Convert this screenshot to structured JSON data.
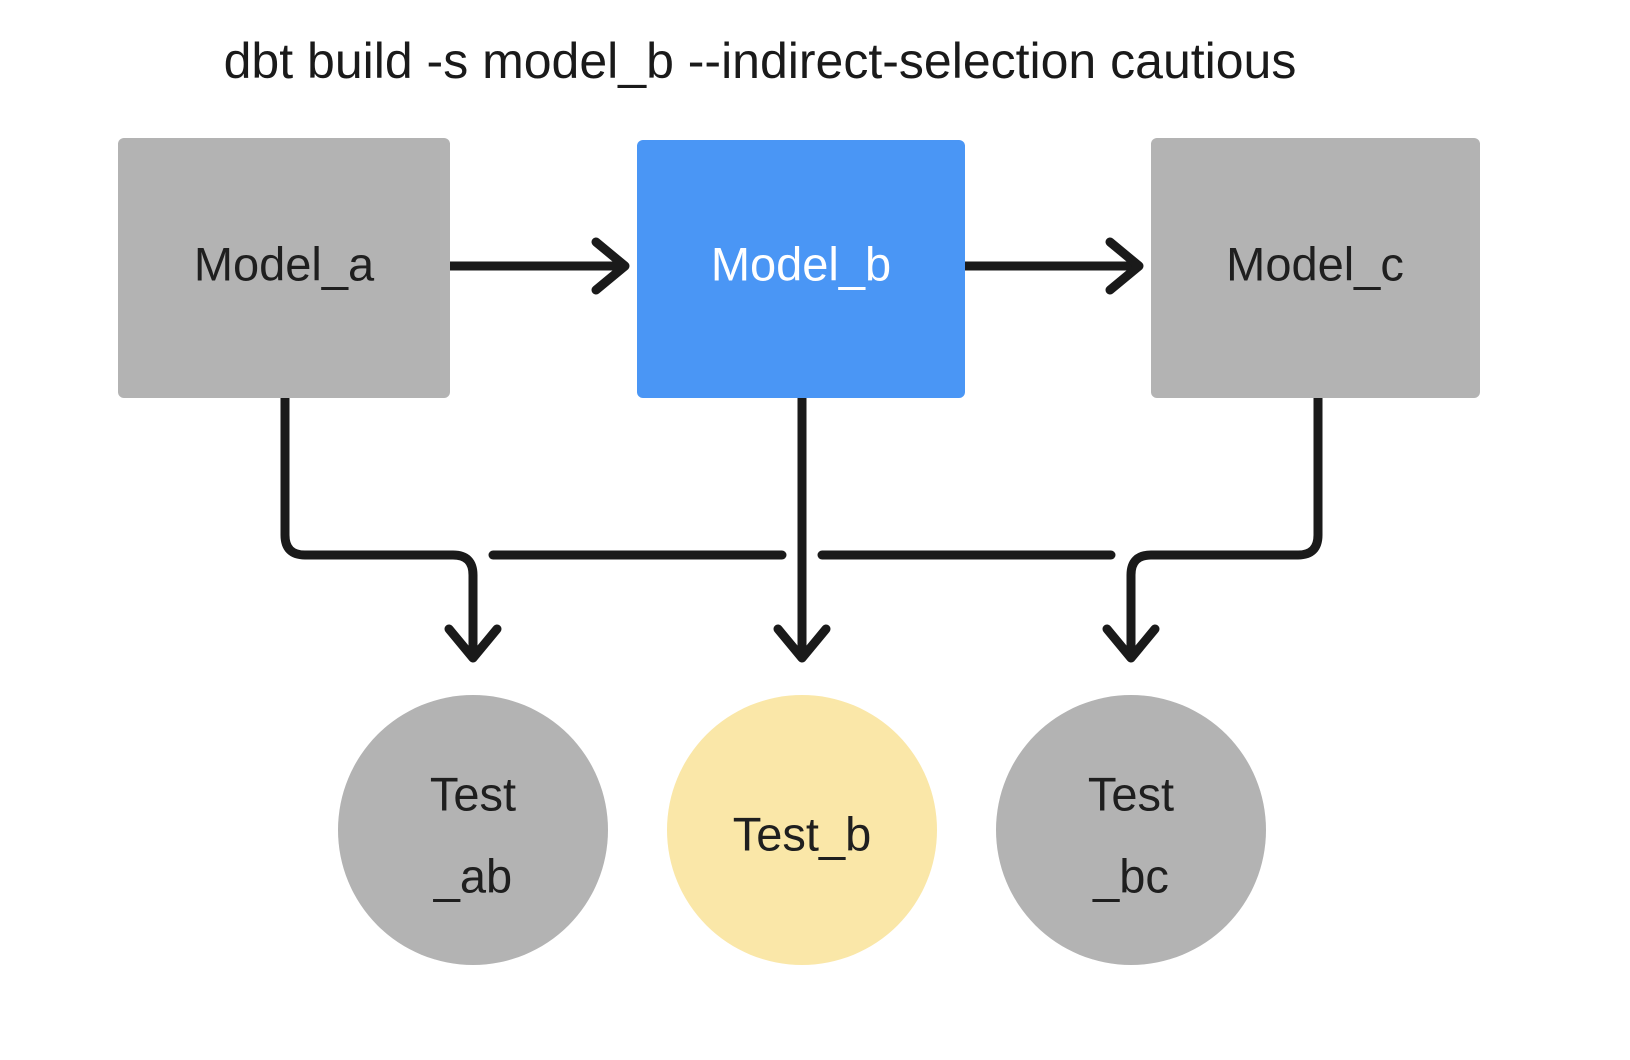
{
  "title": "dbt build -s model_b --indirect-selection cautious",
  "colors": {
    "background": "#ffffff",
    "node_gray": "#b3b3b3",
    "node_blue": "#4a96f5",
    "node_yellow": "#fae7a8",
    "edge": "#1a1a1a",
    "text_dark": "#1f1f1f",
    "text_light": "#ffffff"
  },
  "models": [
    {
      "id": "model_a",
      "label": "Model_a",
      "state": "unselected",
      "fill": "#b3b3b3",
      "text_color": "#1f1f1f"
    },
    {
      "id": "model_b",
      "label": "Model_b",
      "state": "selected",
      "fill": "#4a96f5",
      "text_color": "#ffffff"
    },
    {
      "id": "model_c",
      "label": "Model_c",
      "state": "unselected",
      "fill": "#b3b3b3",
      "text_color": "#1f1f1f"
    }
  ],
  "tests": [
    {
      "id": "test_ab",
      "line1": "Test",
      "line2": "_ab",
      "state": "unselected",
      "fill": "#b3b3b3",
      "text_color": "#1f1f1f"
    },
    {
      "id": "test_b",
      "line1": "Test_b",
      "line2": "",
      "state": "selected",
      "fill": "#fae7a8",
      "text_color": "#1f1f1f"
    },
    {
      "id": "test_bc",
      "line1": "Test",
      "line2": "_bc",
      "state": "unselected",
      "fill": "#b3b3b3",
      "text_color": "#1f1f1f"
    }
  ],
  "edges": [
    {
      "id": "model_a-to-model_b",
      "from": "model_a",
      "to": "model_b"
    },
    {
      "id": "model_b-to-model_c",
      "from": "model_b",
      "to": "model_c"
    },
    {
      "id": "model_a-to-test_ab",
      "from": "model_a",
      "to": "test_ab"
    },
    {
      "id": "model_b-to-test_ab",
      "from": "model_b",
      "to": "test_ab"
    },
    {
      "id": "model_b-to-test_b",
      "from": "model_b",
      "to": "test_b"
    },
    {
      "id": "model_b-to-test_bc",
      "from": "model_b",
      "to": "test_bc"
    },
    {
      "id": "model_c-to-test_bc",
      "from": "model_c",
      "to": "test_bc"
    }
  ]
}
